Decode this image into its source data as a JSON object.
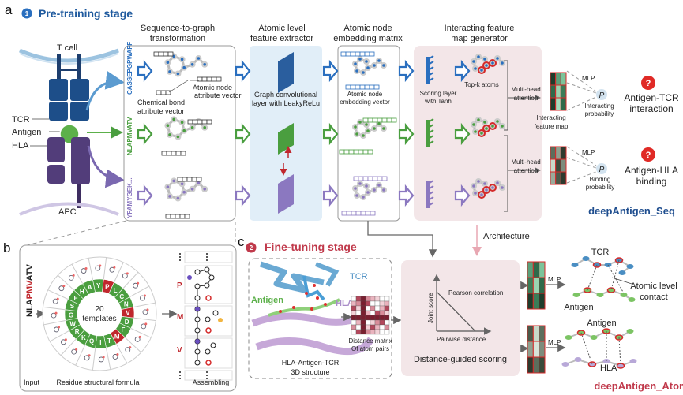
{
  "panel_a": {
    "letter": "a",
    "stage_number": "1",
    "stage_title": "Pre-training stage",
    "cell_labels": {
      "t_cell": "T cell",
      "tcr": "TCR",
      "antigen": "Antigen",
      "hla": "HLA",
      "apc": "APC"
    },
    "columns": {
      "seq2graph": [
        "Sequence-to-graph",
        "transformation"
      ],
      "extractor": [
        "Atomic level",
        "feature extractor"
      ],
      "embedding": [
        "Atomic node",
        "embedding matrix"
      ],
      "generator": [
        "Interacting feature",
        "map generator"
      ]
    },
    "sequences": {
      "tcr": "CASSEPGPWAFF",
      "antigen": "NLAPMVATV",
      "hla": "YFAMYGEK..."
    },
    "annotations": {
      "atomic_node_attr": [
        "Atomic node",
        "attribute vector"
      ],
      "chemical_bond_attr": [
        "Chemical bond",
        "attribute vector"
      ],
      "gcn": [
        "Graph convolutional",
        "layer with LeakyReLu"
      ],
      "node_embedding": [
        "Atomic node",
        "embedding vector"
      ],
      "scoring": [
        "Scoring layer",
        "with Tanh"
      ],
      "topk": "Top-k atoms",
      "mha": [
        "Multi-head",
        "attention"
      ],
      "feature_map": [
        "Interacting",
        "feature map"
      ],
      "mlp": "MLP",
      "p": "P",
      "interacting_prob": [
        "Interacting",
        "probability"
      ],
      "binding_prob": [
        "Binding",
        "probability"
      ]
    },
    "outputs": {
      "tcr": [
        "Antigen-TCR",
        "interaction"
      ],
      "hla": [
        "Antigen-HLA",
        "binding"
      ],
      "question": "?"
    },
    "model_name": "deepAntigen_Seq",
    "architecture": "Architecture"
  },
  "panel_b": {
    "letter": "b",
    "input_prefix": "NLA",
    "input_highlight": "PMV",
    "input_suffix": "ATV",
    "center": [
      "20",
      "templates"
    ],
    "residues": [
      "P",
      "L",
      "C",
      "N",
      "V",
      "D",
      "F",
      "M",
      "T",
      "I",
      "Q",
      "K",
      "R",
      "W",
      "G",
      "S",
      "E",
      "H",
      "A",
      "Y"
    ],
    "highlighted_residues": [
      "P",
      "V",
      "M"
    ],
    "assembly_labels": [
      "P",
      "M",
      "V"
    ],
    "labels": {
      "input": "Input",
      "formula": "Residue structural formula",
      "assembling": "Assembling"
    },
    "colors": {
      "green": "#4a9e3f",
      "red": "#c0272d"
    }
  },
  "panel_c": {
    "letter": "c",
    "stage_number": "2",
    "stage_title": "Fine-tuning stage",
    "structure_labels": {
      "tcr": "TCR",
      "antigen": "Antigen",
      "hla": "HLA"
    },
    "structure_caption": [
      "HLA-Antigen-TCR",
      "3D structure"
    ],
    "matrix_caption": [
      "Distance matrix",
      "Of atom pairs"
    ],
    "plot": {
      "ylabel": "Joint score",
      "xlabel": "Pairwise distance",
      "annotation": "Pearson correlation"
    },
    "scoring_title": "Distance-guided scoring",
    "mlp": "MLP",
    "contact_labels": {
      "tcr": "TCR",
      "antigen1": "Antigen",
      "atomic_contact": [
        "Atomic level",
        "contact"
      ],
      "antigen2": "Antigen",
      "hla": "HLA"
    },
    "model_name": "deepAntigen_Atom"
  },
  "colors": {
    "blue": "#1f5a9e",
    "green": "#4a9e3f",
    "purple": "#8b78c0",
    "red": "#c0394b",
    "pink_panel": "#f3e6e8",
    "blue_panel": "#e1eef8"
  }
}
